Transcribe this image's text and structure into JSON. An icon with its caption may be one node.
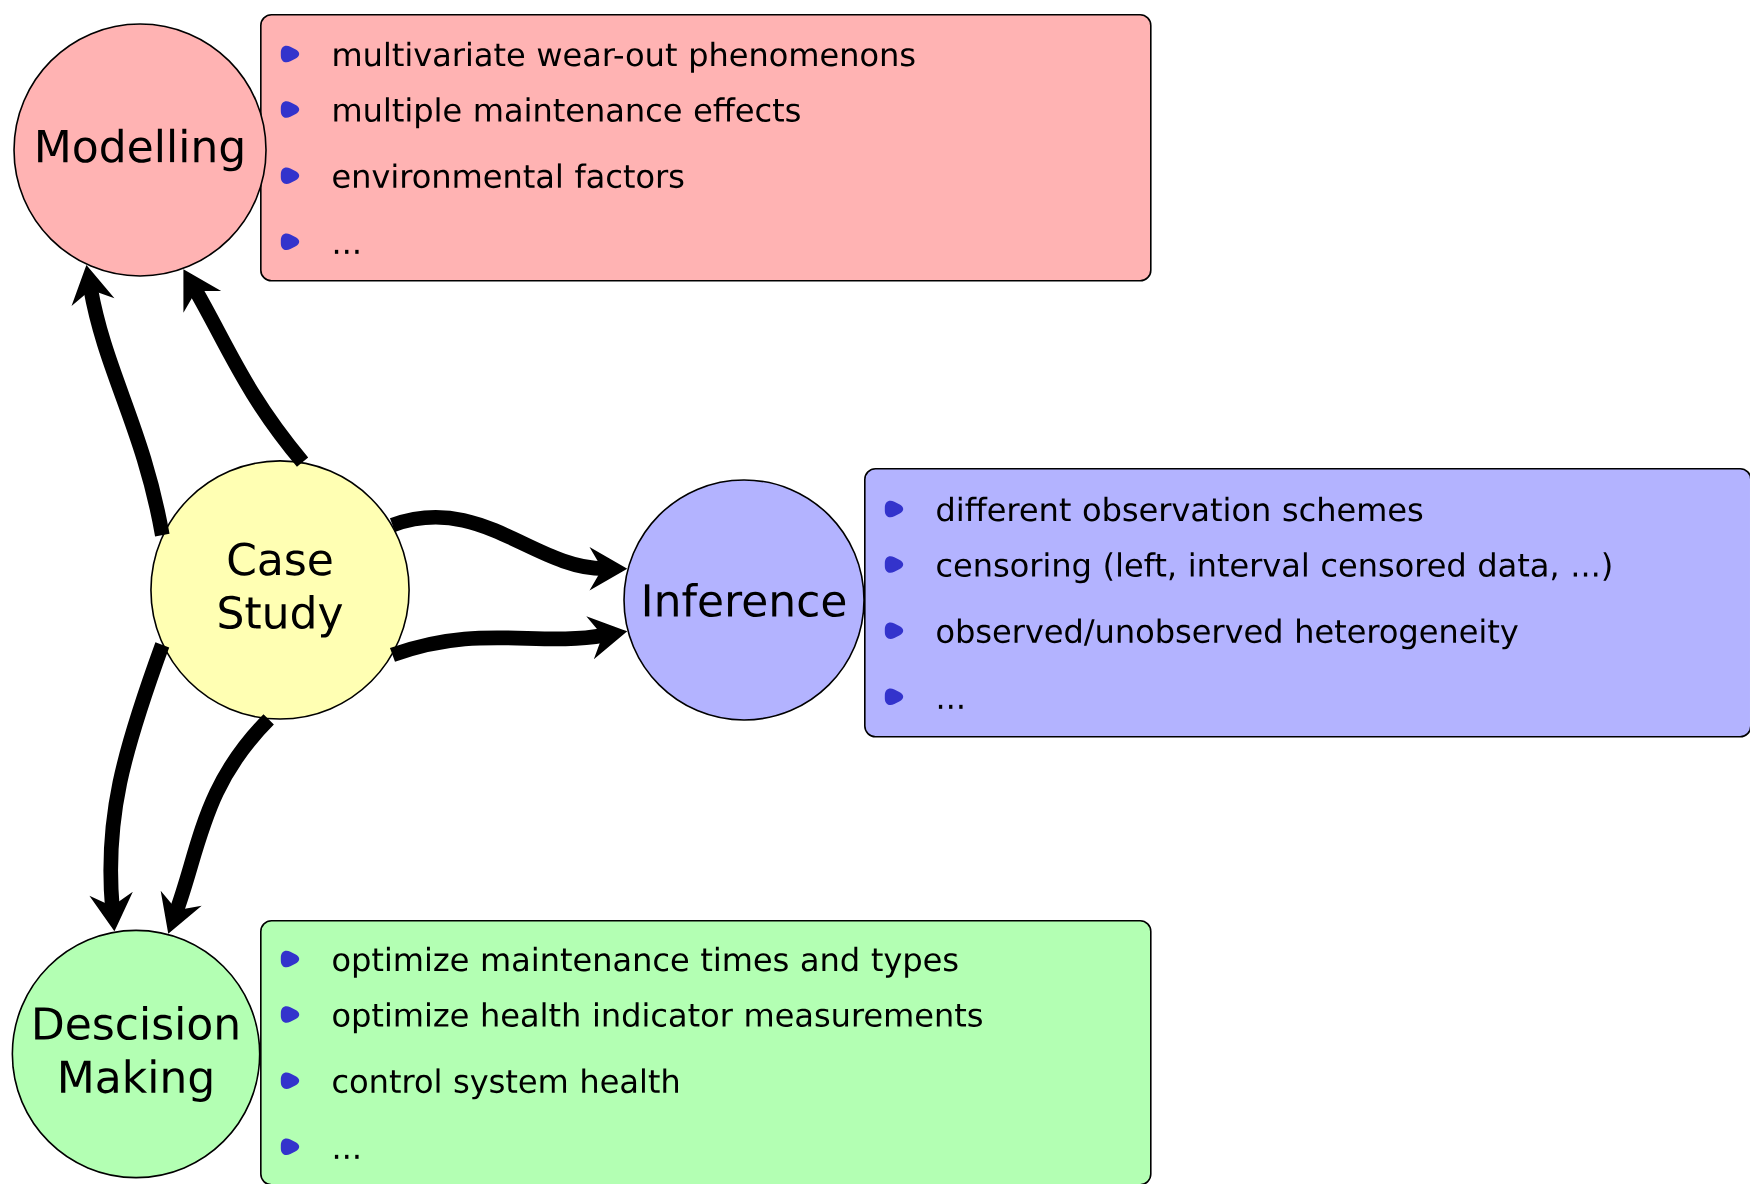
{
  "diagram": {
    "nodes": [
      {
        "text": [
          "Modelling"
        ]
      },
      {
        "text": [
          "multivariate wear-out phenomenons",
          "multiple maintenance effects",
          "environmental factors",
          "..."
        ]
      },
      {
        "text": [
          "Case Study"
        ]
      },
      {
        "text": [
          "Inference"
        ]
      },
      {
        "text": [
          "different observation schemes",
          "censoring (left, interval censored data, ...)",
          "observed/unobserved heterogeneity",
          "..."
        ]
      },
      {
        "text": [
          "Descision Making"
        ]
      },
      {
        "text": [
          "optimize maintenance times and types",
          "optimize health indicator measurements",
          "control system health",
          "..."
        ]
      }
    ],
    "edges": [
      {
        "from": 2,
        "to": 0,
        "arrow": "to"
      },
      {
        "from": 2,
        "to": 0,
        "arrow": "to"
      },
      {
        "from": 2,
        "to": 3,
        "arrow": "to"
      },
      {
        "from": 2,
        "to": 3,
        "arrow": "to"
      },
      {
        "from": 2,
        "to": 5,
        "arrow": "to"
      },
      {
        "from": 2,
        "to": 5,
        "arrow": "to"
      }
    ]
  }
}
